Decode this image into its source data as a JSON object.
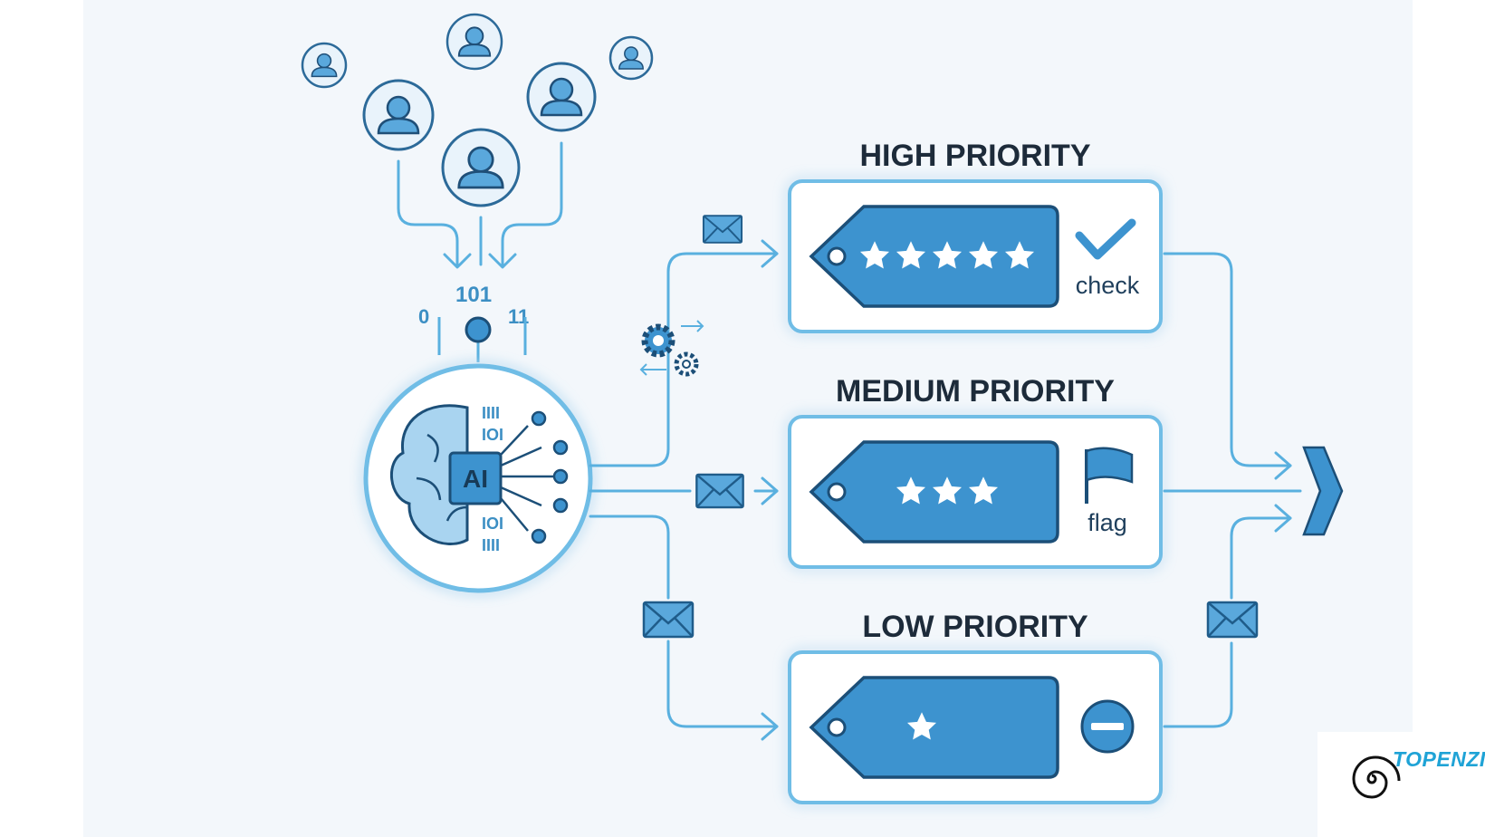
{
  "colors": {
    "background": "#f3f7fb",
    "stroke": "#59b0df",
    "tag_fill": "#3d93cf",
    "tag_stroke": "#1c4f78",
    "text_dark": "#1d2b3a"
  },
  "icons": [
    "user-avatar-icon",
    "brain-chip-icon",
    "envelope-icon",
    "gear-icon",
    "tag-icon",
    "star-icon",
    "checkmark-icon",
    "flag-icon",
    "minus-circle-icon",
    "chevron-right-icon"
  ],
  "ai_hub": {
    "chip_label": "AI",
    "binary_top": [
      "0",
      "101",
      "11"
    ],
    "binary_chip": [
      "IIII",
      "IOI",
      "IOI",
      "IIII"
    ]
  },
  "priorities": [
    {
      "label": "HIGH PRIORITY",
      "stars": 5,
      "action_label": "check"
    },
    {
      "label": "MEDIUM PRIORITY",
      "stars": 3,
      "action_label": "flag"
    },
    {
      "label": "LOW PRIORITY",
      "stars": 1,
      "action_label": ""
    }
  ],
  "logo": {
    "text": "TOPENZI"
  }
}
